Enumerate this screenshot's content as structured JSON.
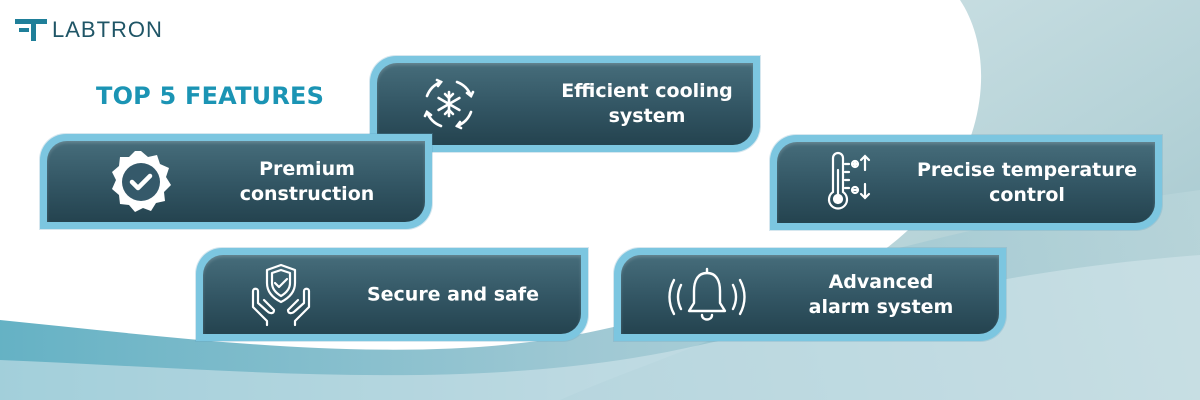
{
  "brand": {
    "name": "LABTRON"
  },
  "headline": "TOP 5 FEATURES",
  "colors": {
    "accent": "#1b94b4",
    "card": "#325563",
    "card_border": "#7cc6e0",
    "logo": "#1f5566"
  },
  "features": [
    {
      "icon": "snowflake-cycle-icon",
      "lines": [
        "Efficient cooling",
        "system"
      ]
    },
    {
      "icon": "check-badge-icon",
      "lines": [
        "Premium",
        "construction"
      ]
    },
    {
      "icon": "thermometer-icon",
      "lines": [
        "Precise temperature",
        "control"
      ]
    },
    {
      "icon": "shield-hands-icon",
      "lines": [
        "Secure and safe"
      ]
    },
    {
      "icon": "bell-alarm-icon",
      "lines": [
        "Advanced",
        "alarm system"
      ]
    }
  ]
}
